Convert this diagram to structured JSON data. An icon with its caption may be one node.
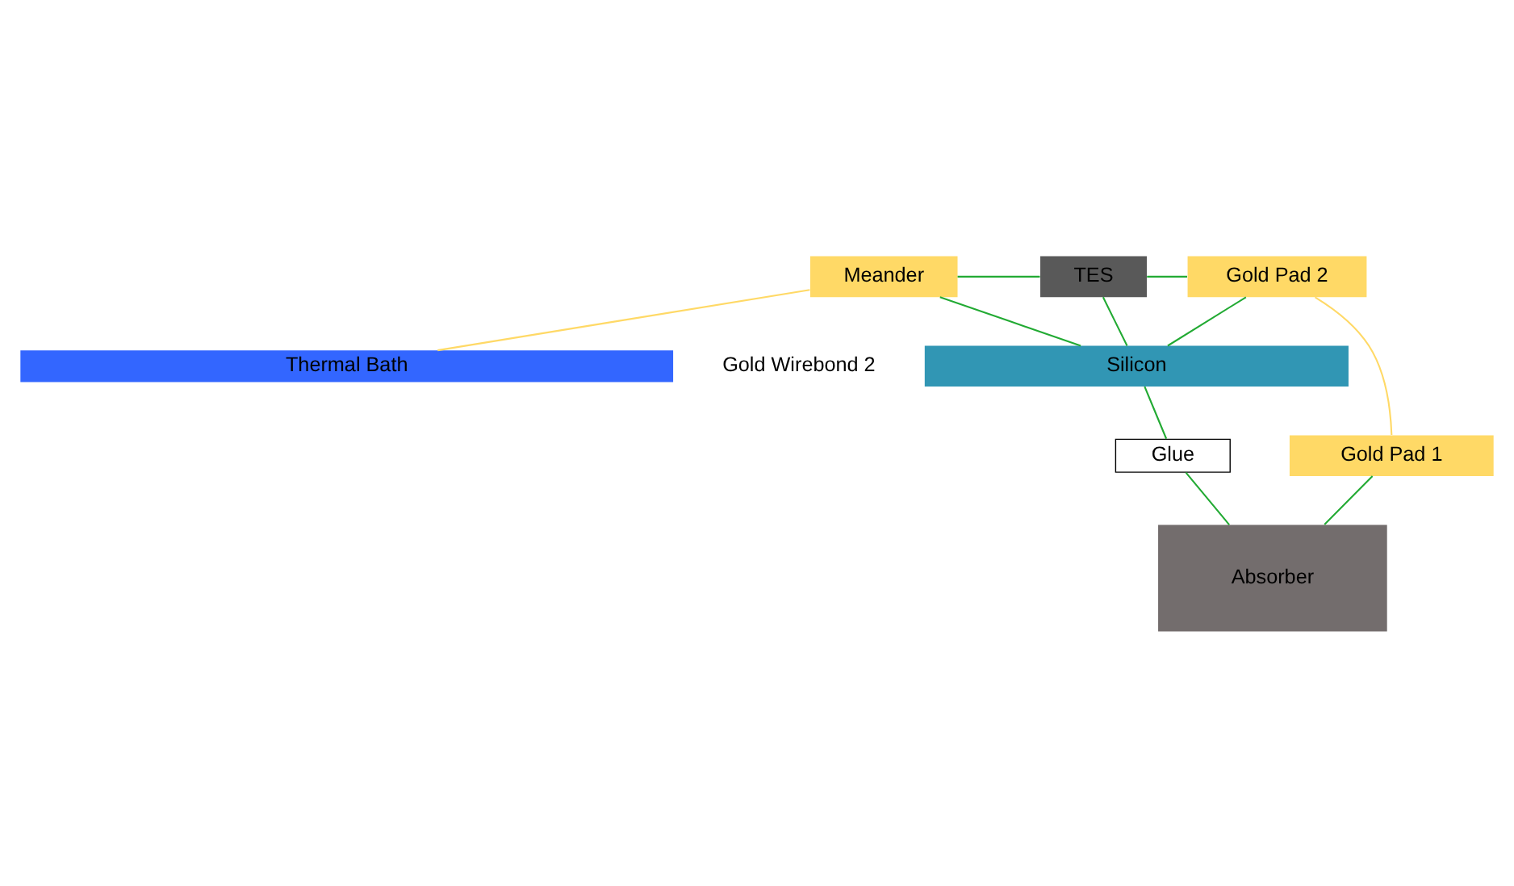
{
  "diagram": {
    "nodes": [
      {
        "text": [
          "Meander"
        ]
      },
      {
        "text": [
          "TES"
        ]
      },
      {
        "text": [
          "Gold Pad 2"
        ]
      },
      {
        "text": [
          "Silicon"
        ]
      },
      {
        "text": [
          "Glue"
        ]
      },
      {
        "text": [
          "Gold Pad 1"
        ]
      },
      {
        "text": [
          "Absorber"
        ]
      },
      {
        "text": [
          "Thermal Bath"
        ]
      }
    ],
    "edges": [
      {
        "from": 0,
        "to": 1,
        "arrow": "none"
      },
      {
        "from": 1,
        "to": 2,
        "arrow": "none"
      },
      {
        "from": 0,
        "to": 3,
        "arrow": "none"
      },
      {
        "from": 1,
        "to": 3,
        "arrow": "none"
      },
      {
        "from": 2,
        "to": 3,
        "arrow": "none"
      },
      {
        "from": 2,
        "to": 5,
        "arrow": "none",
        "color": "#ffd966"
      },
      {
        "from": 3,
        "to": 4,
        "arrow": "none"
      },
      {
        "from": 4,
        "to": 6,
        "arrow": "none"
      },
      {
        "from": 5,
        "to": 6,
        "arrow": "none"
      },
      {
        "from": 0,
        "to": 7,
        "arrow": "none",
        "color": "#ffd966"
      }
    ],
    "labels": [
      "Gold Wirebond 2"
    ]
  }
}
